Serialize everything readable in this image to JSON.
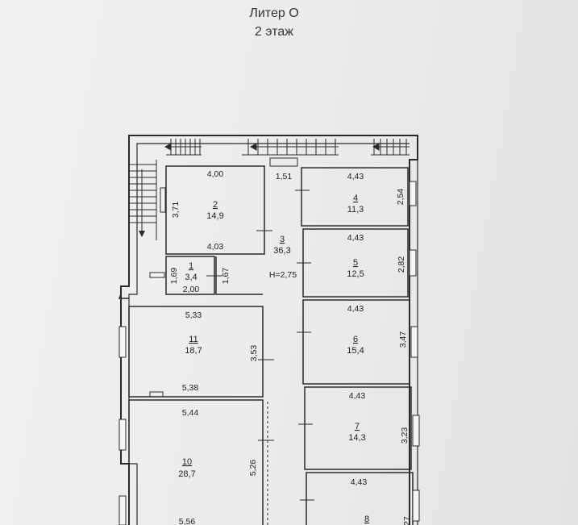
{
  "header": {
    "title": "Литер О",
    "subtitle": "2 этаж"
  },
  "rooms": [
    {
      "num": "1",
      "area": "3,4",
      "dims": [
        "1,69",
        "2,00",
        "1,67"
      ]
    },
    {
      "num": "2",
      "area": "14,9",
      "dims": [
        "4,00",
        "3,71",
        "4,03"
      ]
    },
    {
      "num": "3",
      "area": "36,3",
      "dims": [
        "1,51",
        "H=2,75"
      ]
    },
    {
      "num": "4",
      "area": "11,3",
      "dims": [
        "4,43",
        "2,54"
      ]
    },
    {
      "num": "5",
      "area": "12,5",
      "dims": [
        "4,43",
        "2,82"
      ]
    },
    {
      "num": "6",
      "area": "15,4",
      "dims": [
        "4,43",
        "3,47"
      ]
    },
    {
      "num": "7",
      "area": "14,3",
      "dims": [
        "4,43",
        "3,23"
      ]
    },
    {
      "num": "8",
      "area": "",
      "dims": [
        "4,43",
        "27"
      ]
    },
    {
      "num": "10",
      "area": "28,7",
      "dims": [
        "5,44",
        "5,26",
        "5,56"
      ]
    },
    {
      "num": "11",
      "area": "18,7",
      "dims": [
        "5,33",
        "3,53",
        "5,38"
      ]
    }
  ]
}
